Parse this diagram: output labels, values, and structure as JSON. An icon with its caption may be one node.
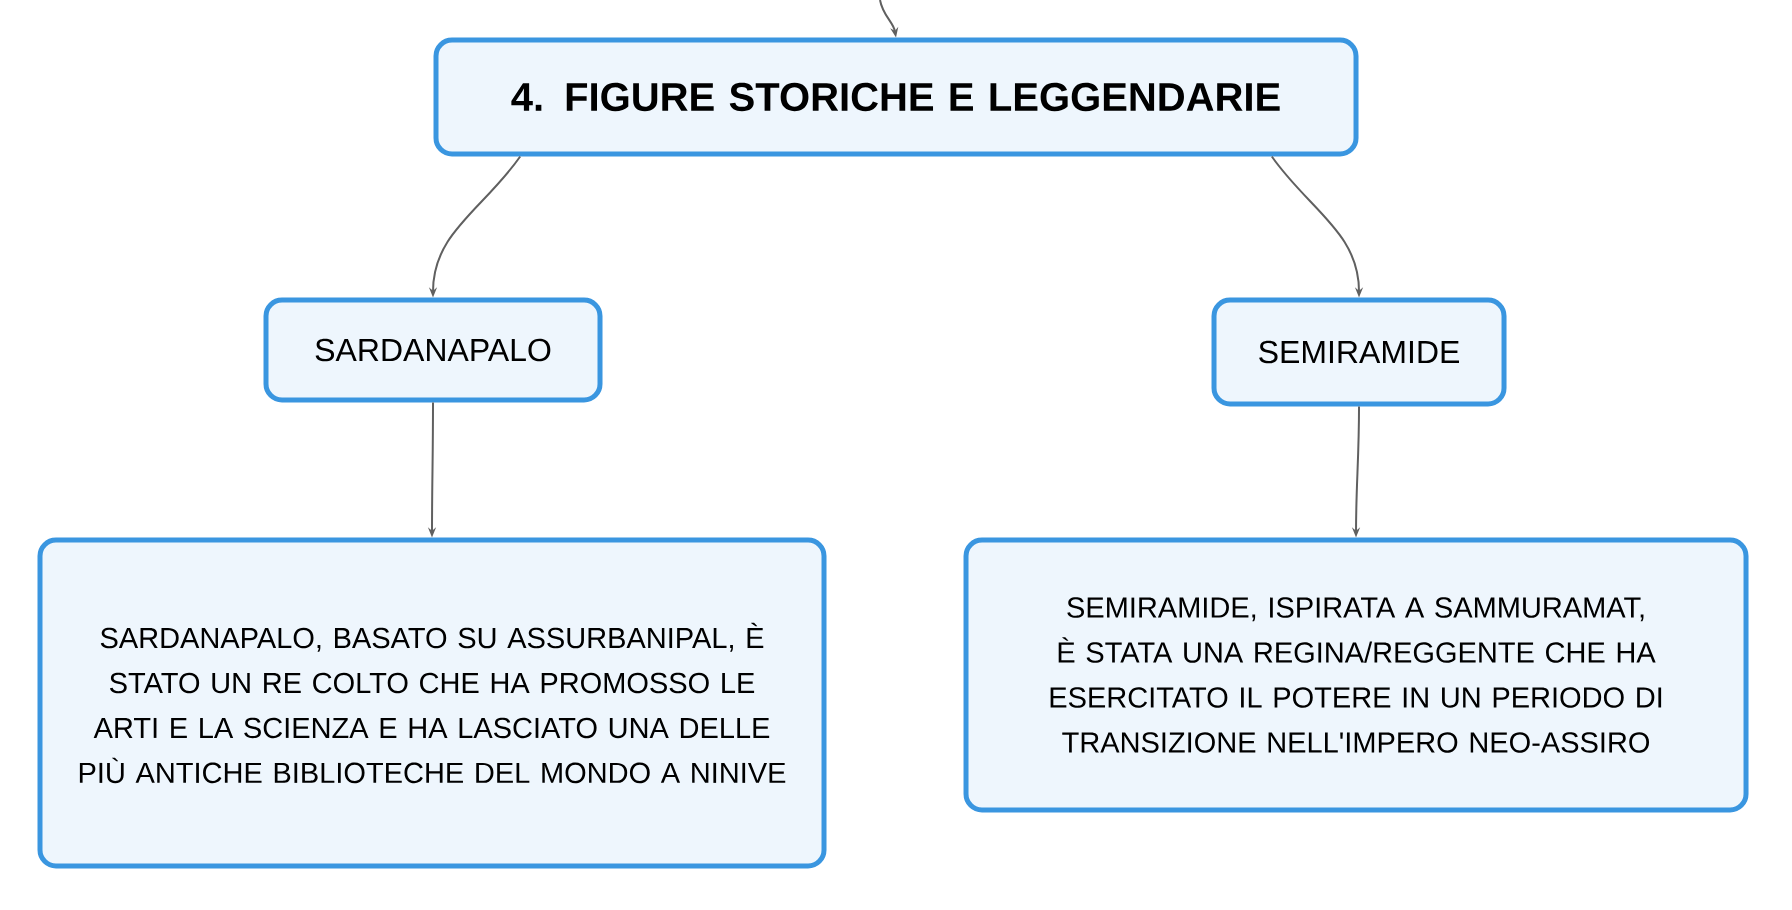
{
  "diagram": {
    "nodes": [
      {
        "text": [
          "4. FIGURE STORICHE E LEGGENDARIE"
        ]
      },
      {
        "text": [
          "SARDANAPALO"
        ]
      },
      {
        "text": [
          "SEMIRAMIDE"
        ]
      },
      {
        "text": [
          "SARDANAPALO, BASATO SU ASSURBANIPAL, È STATO UN RE COLTO CHE HA PROMOSSO LE ARTI E LA SCIENZA E HA LASCIATO UNA DELLE PIÙ ANTICHE BIBLIOTECHE DEL MONDO A NINIVE"
        ]
      },
      {
        "text": [
          "SEMIRAMIDE, ISPIRATA A SAMMURAMAT, È STATA UNA REGINA/REGGENTE CHE HA ESERCITATO IL POTERE IN UN PERIODO DI TRANSIZIONE NELL'IMPERO NEO-ASSIRO"
        ]
      }
    ],
    "edges": [
      {
        "from": null,
        "to": 0,
        "arrow": "to"
      },
      {
        "from": 0,
        "to": 1,
        "arrow": "to"
      },
      {
        "from": 0,
        "to": 2,
        "arrow": "to"
      },
      {
        "from": 1,
        "to": 3,
        "arrow": "to"
      },
      {
        "from": 2,
        "to": 4,
        "arrow": "to"
      }
    ]
  }
}
